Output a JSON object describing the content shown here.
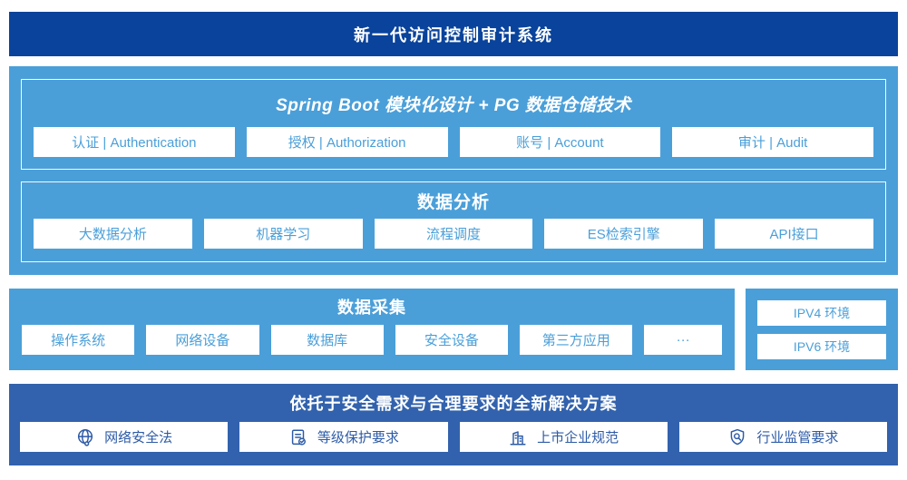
{
  "colors": {
    "dark_blue": "#09439b",
    "light_blue": "#4a9fd9",
    "medium_blue": "#3262ad",
    "chip_text_light": "#4a9fd9",
    "chip_text_dark": "#2d5ba7"
  },
  "banner": {
    "title": "新一代访问控制审计系统"
  },
  "platform": {
    "modules": {
      "title": "Spring Boot 模块化设计 + PG 数据仓储技术",
      "items": [
        "认证 | Authentication",
        "授权 | Authorization",
        "账号 | Account",
        "审计 | Audit"
      ]
    },
    "analysis": {
      "title": "数据分析",
      "items": [
        "大数据分析",
        "机器学习",
        "流程调度",
        "ES检索引擎",
        "API接口"
      ]
    }
  },
  "collection": {
    "title": "数据采集",
    "items": [
      "操作系统",
      "网络设备",
      "数据库",
      "安全设备",
      "第三方应用",
      "···"
    ]
  },
  "environments": {
    "items": [
      "IPV4 环境",
      "IPV6 环境"
    ]
  },
  "solution": {
    "title": "依托于安全需求与合理要求的全新解决方案",
    "items": [
      {
        "icon": "globe-icon",
        "label": "网络安全法"
      },
      {
        "icon": "doc-check-icon",
        "label": "等级保护要求"
      },
      {
        "icon": "buildings-icon",
        "label": "上市企业规范"
      },
      {
        "icon": "shield-search-icon",
        "label": "行业监管要求"
      }
    ]
  }
}
